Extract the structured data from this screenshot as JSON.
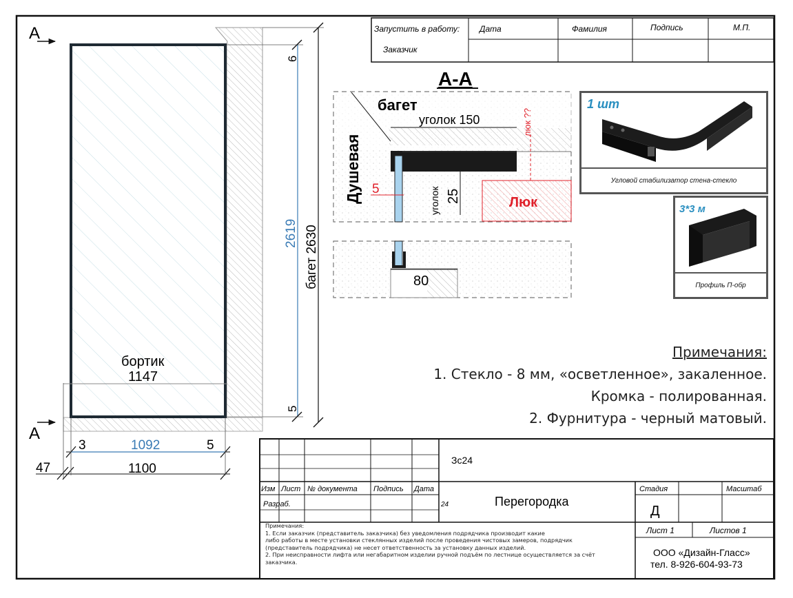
{
  "section_marks": {
    "top": "A",
    "bottom": "A",
    "section_title": "А-А"
  },
  "elevation": {
    "height_dim": "2619",
    "baget_dim": "багет 2630",
    "top_gap": "6",
    "bottom_gap": "5",
    "bortik_label": "бортик",
    "bortik_value": "1147",
    "width_left": "3",
    "width_glass": "1092",
    "width_right": "5",
    "offset": "47",
    "width_total": "1100"
  },
  "section": {
    "baget": "багет",
    "shower": "Душевая",
    "corner_top": "уголок 150",
    "corner_side_label": "уголок",
    "corner_side_value": "25",
    "hatch_label": "люк ??",
    "hatch": "Люк",
    "gap": "5",
    "profile_width": "80"
  },
  "photos": {
    "stabilizer_qty": "1 шт",
    "stabilizer_caption": "Угловой стабилизатор стена-стекло",
    "profile_qty": "3*3 м",
    "profile_caption": "Профиль П-обр"
  },
  "approval": {
    "start_label": "Запустить в работу:",
    "customer_label": "Заказчик",
    "date": "Дата",
    "surname": "Фамилия",
    "signature": "Подпись",
    "stamp": "М.П."
  },
  "notes": {
    "title": "Примечания:",
    "line1": "1. Стекло - 8 мм, «осветленное», закаленное.",
    "line2": "Кромка - полированная.",
    "line3": "2. Фурнитура - черный матовый."
  },
  "title_block": {
    "code": "Зс24",
    "col_izm": "Изм",
    "col_list": "Лист",
    "col_doc": "№ документа",
    "col_sign": "Подпись",
    "col_date": "Дата",
    "developer": "Разраб.",
    "date_fragment": "24",
    "name": "Перегородка",
    "stage_label": "Стадия",
    "scale_label": "Масштаб",
    "stage_value": "Д",
    "sheet": "Лист 1",
    "sheets": "Листов 1",
    "company": "ООО «Дизайн-Гласс»",
    "phone": "тел. 8-926-604-93-73",
    "footnote_title": "Примечания:",
    "footnote_lines": [
      "1. Если заказчик (представитель заказчика) без уведомления подрядчика производит какие",
      "либо работы в месте установки стеклянных изделий после проведения чистовых замеров, подрядчик",
      "(представитель подрядчика) не несет ответственность за установку данных изделий.",
      "2. При неисправности лифта или негабаритном изделии ручной подъём по лестнице осуществляется за счёт",
      "заказчика."
    ]
  },
  "colors": {
    "frame": "#1f2a33",
    "dim_blue": "#3a7bb5",
    "red": "#e0202a",
    "glass": "#a9d3ee",
    "hatch": "#cfe2ea"
  }
}
